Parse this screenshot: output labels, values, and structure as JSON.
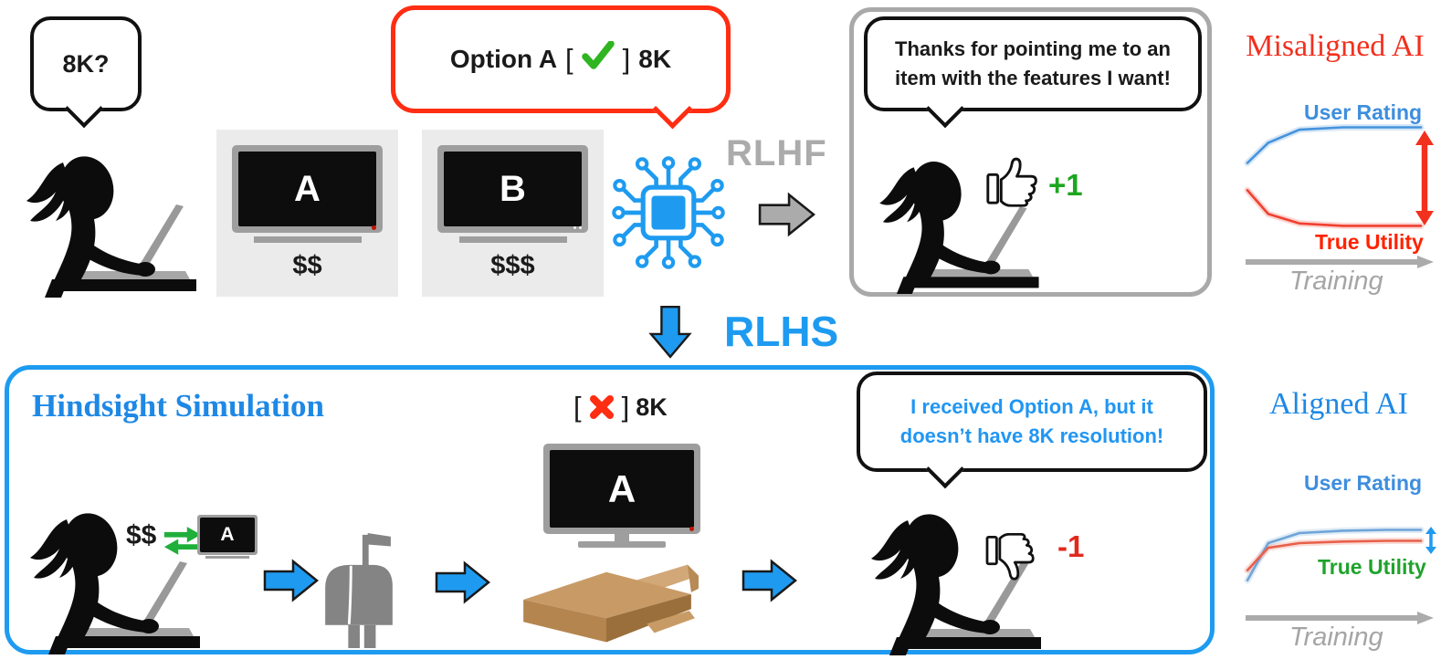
{
  "colors": {
    "accent_blue": "#1E9BF0",
    "speech_blue": "#2196F3",
    "heading_blue": "#1E88E5",
    "bubble_red": "#FF2D12",
    "heading_red": "#F2301E",
    "check_green": "#2FB51F",
    "exchange_green": "#1FAF3A",
    "plus_green": "#1DA620",
    "minus_red": "#E02A1E",
    "gray_label": "#ABABAB"
  },
  "icons": {
    "green_check": "check-mark",
    "red_cross": "x-mark",
    "thumb_up": "thumbs-up",
    "thumb_down": "thumbs-down",
    "ai_chip": "microchip-circuit",
    "mailbox": "mailbox",
    "cardboard_box": "open-shipping-box",
    "person": "user-at-laptop"
  },
  "top": {
    "user_bubble": "8K?",
    "products": [
      {
        "label": "A",
        "price": "$$"
      },
      {
        "label": "B",
        "price": "$$$"
      }
    ],
    "ai_bubble": {
      "pre": "Option A",
      "open": "[",
      "close": "]",
      "post": "8K"
    },
    "rlhf_label": "RLHF",
    "feedback": {
      "bubble": "Thanks for pointing me to an\nitem with the features I want!",
      "rating": "+1"
    }
  },
  "rlhs_label": "RLHS",
  "hindsight": {
    "title": "Hindsight Simulation",
    "money": "$$",
    "mini_product_label": "A",
    "hindsight_check": {
      "open": "[",
      "close": "]",
      "post": "8K"
    },
    "delivered_product_label": "A",
    "outcome_bubble": "I received Option A, but it\ndoesn’t have 8K resolution!",
    "rating": "-1"
  },
  "chart_data": [
    {
      "type": "line",
      "title": "Misaligned AI",
      "title_color": "#F2301E",
      "x": [
        0,
        0.12,
        0.3,
        0.55,
        0.8,
        1
      ],
      "series": [
        {
          "name": "User Rating",
          "color": "#4593DC",
          "label_color": "#3E8EDE",
          "values": [
            0.55,
            0.72,
            0.83,
            0.85,
            0.85,
            0.85
          ]
        },
        {
          "name": "True Utility",
          "color": "#F04030",
          "label_color": "#FF2200",
          "values": [
            0.32,
            0.12,
            0.04,
            0.02,
            0.02,
            0.02
          ]
        }
      ],
      "xlabel": "Training",
      "grid": false,
      "ylim": [
        0,
        1
      ],
      "legend_position": "inline-labels",
      "annotation": {
        "type": "double-arrow-gap",
        "color": "#F2301E",
        "meaning": "large gap: user rating high while true utility low"
      }
    },
    {
      "type": "line",
      "title": "Aligned AI",
      "title_color": "#1E88E5",
      "x": [
        0,
        0.12,
        0.3,
        0.55,
        0.8,
        1
      ],
      "series": [
        {
          "name": "User Rating",
          "color": "#6FA4D8",
          "label_color": "#3E8EDE",
          "values": [
            0.12,
            0.6,
            0.73,
            0.76,
            0.77,
            0.77
          ]
        },
        {
          "name": "True Utility",
          "color": "#E8604A",
          "label_color": "#1FA32B",
          "values": [
            0.25,
            0.54,
            0.6,
            0.62,
            0.63,
            0.63
          ]
        }
      ],
      "xlabel": "Training",
      "grid": false,
      "ylim": [
        0,
        1
      ],
      "legend_position": "inline-labels",
      "annotation": {
        "type": "double-arrow-gap",
        "color": "#1E9BF0",
        "meaning": "small gap: user rating and true utility both high"
      }
    }
  ]
}
